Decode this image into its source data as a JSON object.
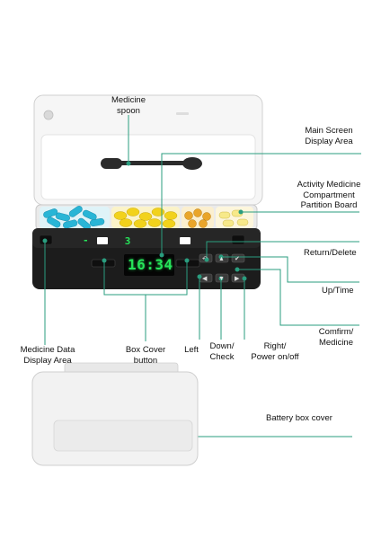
{
  "colors": {
    "leader_line": "#2a9d7f",
    "device_body": "#1c1c1c",
    "lid": "#f4f4f4",
    "display_green": "#26e45a",
    "pill_blue": "#29b5d6",
    "pill_yellow": "#f2d21c",
    "pill_amber": "#e9a52a"
  },
  "display": {
    "time": "16:34",
    "slot_number": "3",
    "dash": "-"
  },
  "labels": {
    "medicine_spoon": "Medicine\nspoon",
    "main_screen": "Main Screen\nDisplay Area",
    "partition_board": "Activity Medicine\nCompartment\nPartition Board",
    "return_delete": "Return/Delete",
    "up_time": "Up/Time",
    "confirm_medicine": "Comfirm/\nMedicine",
    "medicine_data": "Medicine Data\nDisplay Area",
    "box_cover_button": "Box Cover\nbutton",
    "left": "Left",
    "down_check": "Down/\nCheck",
    "right_power": "Right/\nPower on/off",
    "battery_cover": "Battery box cover"
  },
  "button_glyphs": {
    "return": "↶",
    "up": "▲",
    "left": "◀",
    "down": "▼",
    "right": "▶",
    "confirm": "✔"
  }
}
